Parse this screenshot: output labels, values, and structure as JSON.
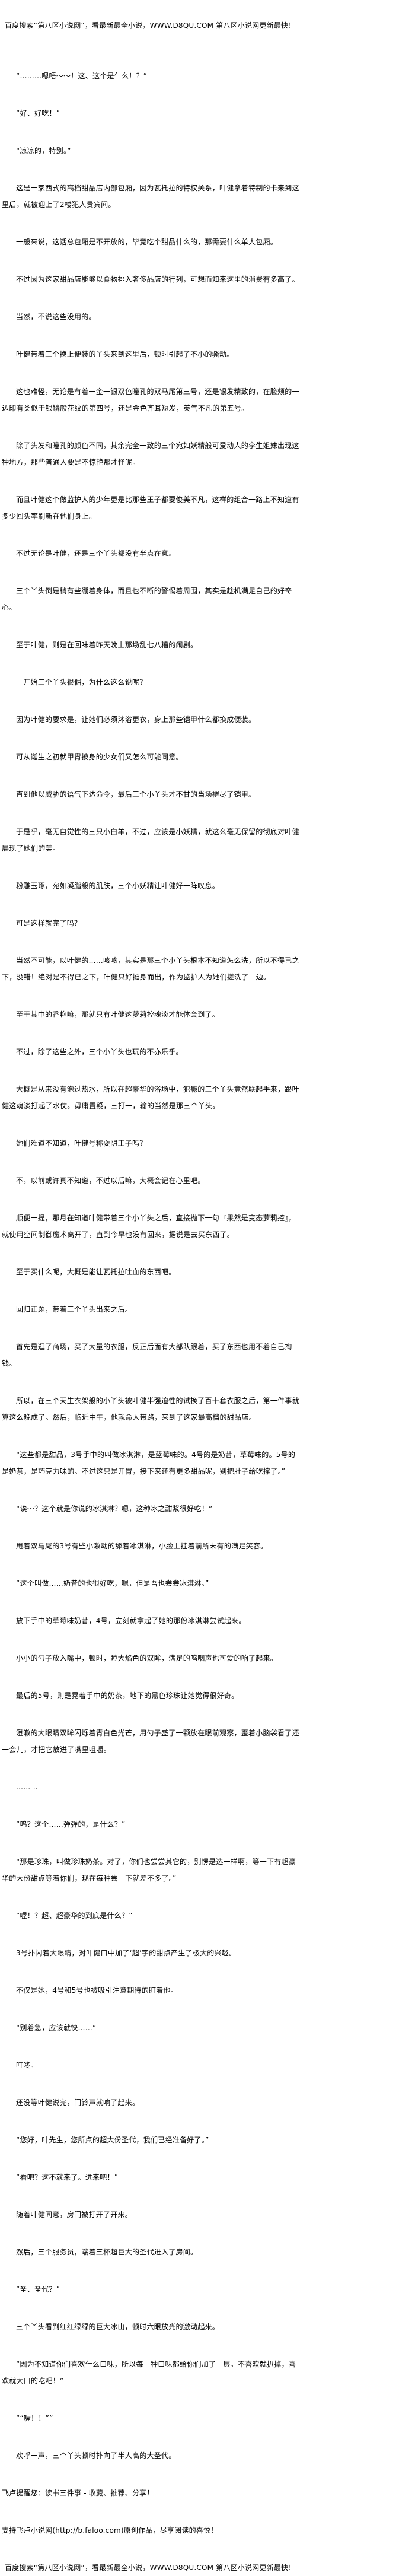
{
  "header": {
    "banner": "百度搜索“第八区小说网”，看最新最全小说，WWW.D8QU.COM  第八区小说网更新最快！"
  },
  "paragraphs": [
    "“………嗯唔～～！这、这个是什么！？”",
    "“好、好吃！”",
    "“凉凉的，特别。”",
    "这是一家西式的高档甜品店内部包厢，因为瓦托拉的特权关系，叶健拿着特制的卡来到这里后，就被迎上了2楼犯人贵宾间。",
    "一般来说，这话总包厢是不开放的，毕竟吃个甜品什么的，那需要什么单人包厢。",
    "不过因为这家甜品店能够以食物排入奢侈品店的行列，可想而知来这里的消费有多高了。",
    "当然，不说这些没用的。",
    "叶健带着三个换上便装的丫头来到这里后，顿时引起了不小的骚动。",
    "这也难怪，无论是有着一金一银双色瞳孔的双马尾第三号，还是银发精致的，在脸颊的一边印有类似于银鳞般花纹的第四号，还是金色齐耳短发，英气不凡的第五号。",
    "除了头发和瞳孔的颜色不同，其余完全一致的三个宛如妖精般可爱动人的孪生姐妹出现这种地方，那些普通人要是不惊艳那才怪呢。",
    "而且叶健这个做监护人的少年更是比那些王子都要俊美不凡，这样的组合一路上不知道有多少回头率刷新在他们身上。",
    "不过无论是叶健，还是三个丫头都没有半点在意。",
    "三个丫头倒是稍有些绷着身体，而且也不断的警惕着周围，其实是趁机满足自己的好奇心。",
    "至于叶健，则是在回味着昨天晚上那场乱七八糟的闹剧。",
    "一开始三个丫头很倔，为什么这么说呢？",
    "因为叶健的要求是，让她们必须沐浴更衣，身上那些铠甲什么都换成便装。",
    "可从诞生之初就甲胄披身的少女们又怎么可能同意。",
    "直到他以威胁的语气下达命令，最后三个小丫头才不甘的当场褪尽了铠甲。",
    "于是乎，毫无自觉性的三只小白羊，不过，应该是小妖精，就这么毫无保留的彻底对叶健展现了她们的美。",
    "粉雕玉琢，宛如凝脂般的肌肤，三个小妖精让叶健好一阵叹息。",
    "可是这样就完了吗？",
    "当然不可能，以叶健的……咳咳，其实是那三个小丫头根本不知道怎么洗，所以不得已之下，没错！绝对是不得已之下，叶健只好挺身而出，作为监护人为她们搓洗了一边。",
    "至于其中的香艳嘛，那就只有叶健这萝莉控魂淡才能体会到了。",
    "不过，除了这些之外，三个小丫头也玩的不亦乐乎。",
    "大概是从来没有泡过热水，所以在超豪华的浴场中，犯瘾的三个丫头竟然联起手来，跟叶健这魂淡打起了水仗。毋庸置疑，三打一，输的当然是那三个丫头。",
    "她们难道不知道，叶健号称耍阴王子吗？",
    "不，以前或许真不知道，不过以后嘛，大概会记在心里吧。",
    "顺便一提，那月在知道叶健带着三个小丫头之后，直接抛下一句『果然是变态萝莉控』，就使用空间制御魔术离开了，直到今早也没有回来，据说是去买东西了。",
    "至于买什么呢，大概是能让瓦托拉吐血的东西吧。",
    "回归正题，带着三个丫头出来之后。",
    "首先是逛了商场，买了大量的衣服，反正后面有大部队跟着，买了东西也用不着自己掏钱。",
    "所以，在三个天生衣架般的小丫头被叶健半强迫性的试换了百十套衣服之后，第一件事就算这么晚成了。然后，临近中午，他就命人带路，来到了这家最高档的甜品店。",
    "“这些都是甜品，3号手中的叫做冰淇淋，是蓝莓味的。4号的是奶昔，草莓味的。5号的是奶茶，是巧克力味的。不过这只是开胃，接下来还有更多甜品呢，别把肚子给吃撑了。”",
    "“诶～？这个就是你说的冰淇淋？嗯，这种冰之甜浆很好吃！”",
    "甩着双马尾的3号有些小激动的舔着冰淇淋，小脸上挂着前所未有的满足笑容。",
    "“这个叫做……奶昔的也很好吃，嗯，但是吾也尝尝冰淇淋。”",
    "放下手中的草莓味奶昔，4号，立刻就拿起了她的那份冰淇淋尝试起来。",
    "小小的勺子放入嘴中，顿时，瞪大焰色的双眸，满足的呜咽声也可爱的响了起来。",
    "最后的5号，则是晃着手中的奶茶，地下的黑色珍珠让她觉得很好奇。",
    "澄澈的大眼睛双眸闪烁着青白色光芒，用勺子盛了一颗放在眼前观察，歪着小脑袋看了还一会儿，才把它放进了嘴里咀嚼。",
    "…… ‥",
    "“呜？这个……弹弹的，是什么？”",
    "“那是珍珠，叫做珍珠奶茶。对了，你们也尝尝其它的，别愣是选一样啊，等一下有超豪华的大份甜点等着你们，现在每种尝一下就差不多了。”",
    "“喔！？超、超豪华的到底是什么？”",
    "3号扑闪着大眼睛，对叶健口中加了‘超’字的甜点产生了极大的兴趣。",
    "不仅是她，4号和5号也被吸引注意期待的盯着他。",
    "“别着急，应该就快……”",
    "叮咚。",
    "还没等叶健说完，门铃声就响了起来。",
    "“您好，叶先生，您所点的超大份圣代，我们已经准备好了。”",
    "“看吧？这不就来了。进来吧！”",
    "随着叶健同意，房门被打开了开来。",
    "然后，三个服务员，端着三杯超巨大的圣代进入了房间。",
    "“圣、圣代？”",
    "三个丫头看到红红绿绿的巨大冰山，顿时六眼放光的激动起来。",
    "“因为不知道你们喜欢什么口味，所以每一种口味都给你们加了一层。不喜欢就扒掉，喜欢就大口的吃吧！”",
    "““喔！！””",
    "欢呼一声，三个丫头顿时扑向了半人高的大圣代。"
  ],
  "footer": {
    "reminder": "飞卢提醒您：读书三件事 - 收藏、推荐、分享！",
    "support": "支持飞卢小说网(http://b.faloo.com)原创作品，尽享阅读的喜悦！",
    "banner": "百度搜索“第八区小说网”，看最新最全小说，WWW.D8QU.COM  第八区小说网更新最快！"
  }
}
